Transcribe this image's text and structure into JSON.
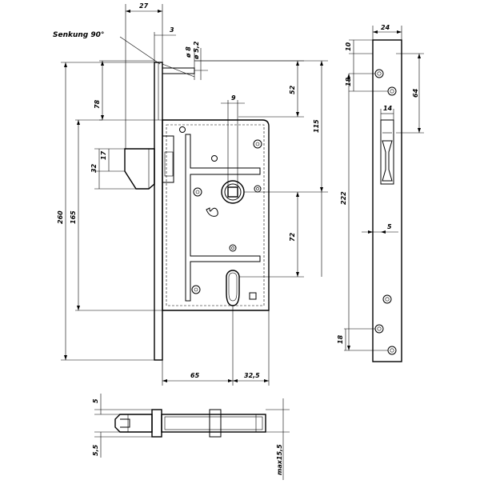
{
  "dims": {
    "d27": "27",
    "d3": "3",
    "d8": "ø 8",
    "d52x": "ø 5,2",
    "senkung": "Senkung 90°",
    "d78": "78",
    "d52": "52",
    "d9": "9",
    "d115": "115",
    "d17": "17",
    "d32": "32",
    "d260": "260",
    "d165": "165",
    "d72": "72",
    "d65": "65",
    "d325": "32,5",
    "d24": "24",
    "d10": "10",
    "d18a": "18",
    "d64": "64",
    "d14": "14",
    "d222": "222",
    "d5r": "5",
    "d18b": "18",
    "d5b": "5",
    "d55": "5,5",
    "dmax": "max15,5"
  }
}
